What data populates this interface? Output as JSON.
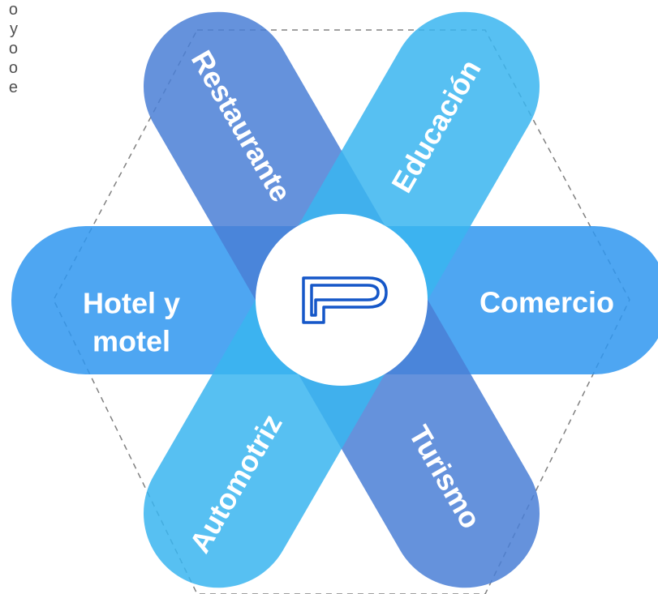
{
  "left_text_fragment": [
    "o",
    "y",
    "o",
    "o",
    "e"
  ],
  "center_logo": {
    "icon": "p-logo-icon",
    "color": "#1557c8"
  },
  "colors": {
    "dark_blue": "#4a7fd6",
    "light_blue": "#39b5f0",
    "mid_blue": "#2f97f0",
    "overlap": "#1f86e8",
    "hexagon_stroke": "#808080"
  },
  "sectors": {
    "restaurante": "Restaurante",
    "educacion": "Educación",
    "hotel_line1": "Hotel y",
    "hotel_line2": "motel",
    "comercio": "Comercio",
    "automotriz": "Automotriz",
    "turismo": "Turismo"
  }
}
